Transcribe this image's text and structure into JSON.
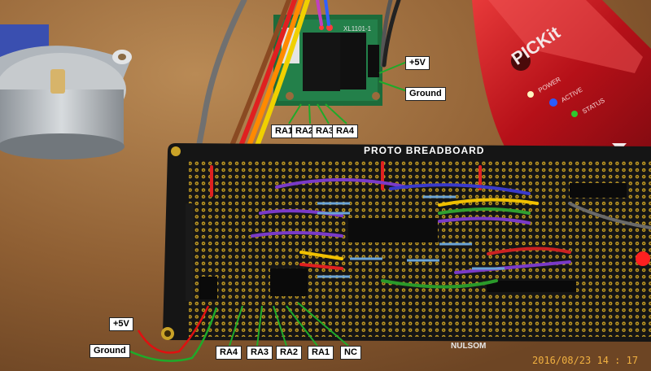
{
  "photo": {
    "board_title": "PROTO BREADBOARD",
    "brand": "NULSOM",
    "programmer_name": "PICKit",
    "programmer_leds": [
      "POWER",
      "ACTIVE",
      "STATUS"
    ],
    "driver_chip_text": "XL1101-1",
    "timestamp": "2016/08/23  14 : 17"
  },
  "annotations": {
    "driver_power": "+5V",
    "driver_ground": "Ground",
    "driver_inputs": [
      "RA1",
      "RA2",
      "RA3",
      "RA4"
    ],
    "board_power": "+5V",
    "board_ground": "Ground",
    "board_pins": [
      "RA4",
      "RA3",
      "RA2",
      "RA1",
      "NC"
    ]
  },
  "colors": {
    "table": "#9a6a3c",
    "pcb": "#141414",
    "pickit_red": "#c8141c",
    "label_bg": "#ffffff",
    "arrow_green": "#1faa2a",
    "arrow_red": "#e01010"
  }
}
